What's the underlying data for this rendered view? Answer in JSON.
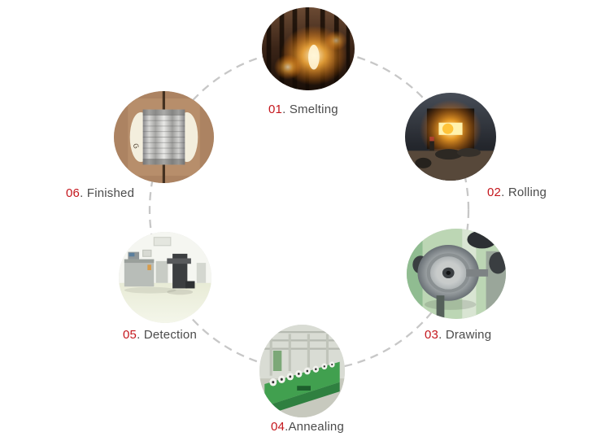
{
  "process": {
    "steps": [
      {
        "id": "smelting",
        "num": "01",
        "rest": ". Smelting"
      },
      {
        "id": "rolling",
        "num": "02",
        "rest": ". Rolling"
      },
      {
        "id": "drawing",
        "num": "03",
        "rest": ". Drawing"
      },
      {
        "id": "annealing",
        "num": "04",
        "rest": ".Annealing"
      },
      {
        "id": "detection",
        "num": "05",
        "rest": ". Detection"
      },
      {
        "id": "finished",
        "num": "06",
        "rest": ". Finished"
      }
    ],
    "colors": {
      "step_number": "#c4161c",
      "step_text": "#4b4b4b",
      "dashed_ring": "#c7c7c7",
      "background": "#ffffff"
    }
  }
}
